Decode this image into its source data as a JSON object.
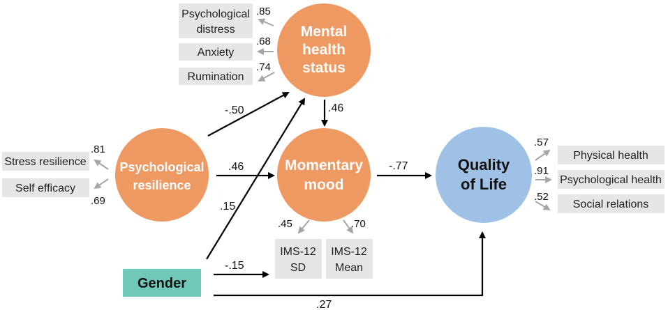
{
  "colors": {
    "construct": "#ee9862",
    "quality": "#9fc1e6",
    "gender": "#6fc8b9",
    "indicator_box": "#e6e6e6",
    "loading_arrow": "#a6a6a6",
    "path_arrow": "#000000"
  },
  "nodes": {
    "mental_health": {
      "line1": "Mental",
      "line2": "health",
      "line3": "status"
    },
    "momentary_mood": {
      "line1": "Momentary",
      "line2": "mood"
    },
    "psych_resilience": {
      "line1": "Psychological",
      "line2": "resilience"
    },
    "quality_of_life": {
      "line1": "Quality",
      "line2": "of Life"
    },
    "gender": {
      "label": "Gender"
    }
  },
  "indicators": {
    "psych_distress": {
      "line1": "Psychological",
      "line2": "distress",
      "loading": ".85"
    },
    "anxiety": {
      "label": "Anxiety",
      "loading": ".68"
    },
    "rumination": {
      "label": "Rumination",
      "loading": ".74"
    },
    "stress_resilience": {
      "label": "Stress resilience",
      "loading": ".81"
    },
    "self_efficacy": {
      "label": "Self efficacy",
      "loading": ".69"
    },
    "ims_sd": {
      "line1": "IMS-12",
      "line2": "SD",
      "loading": ".45"
    },
    "ims_mean": {
      "line1": "IMS-12",
      "line2": "Mean",
      "loading": ".70"
    },
    "physical_health": {
      "label": "Physical health",
      "loading": ".57"
    },
    "psychological_health": {
      "label": "Psychological health",
      "loading": ".91"
    },
    "social_relations": {
      "label": "Social relations",
      "loading": ".52"
    }
  },
  "paths": {
    "resilience_to_mental": "-.50",
    "mental_to_mood": ".46",
    "resilience_to_mood": ".46",
    "gender_to_mental": ".15",
    "mood_to_quality": "-.77",
    "gender_to_mood": "-.15",
    "gender_to_quality": ".27"
  }
}
